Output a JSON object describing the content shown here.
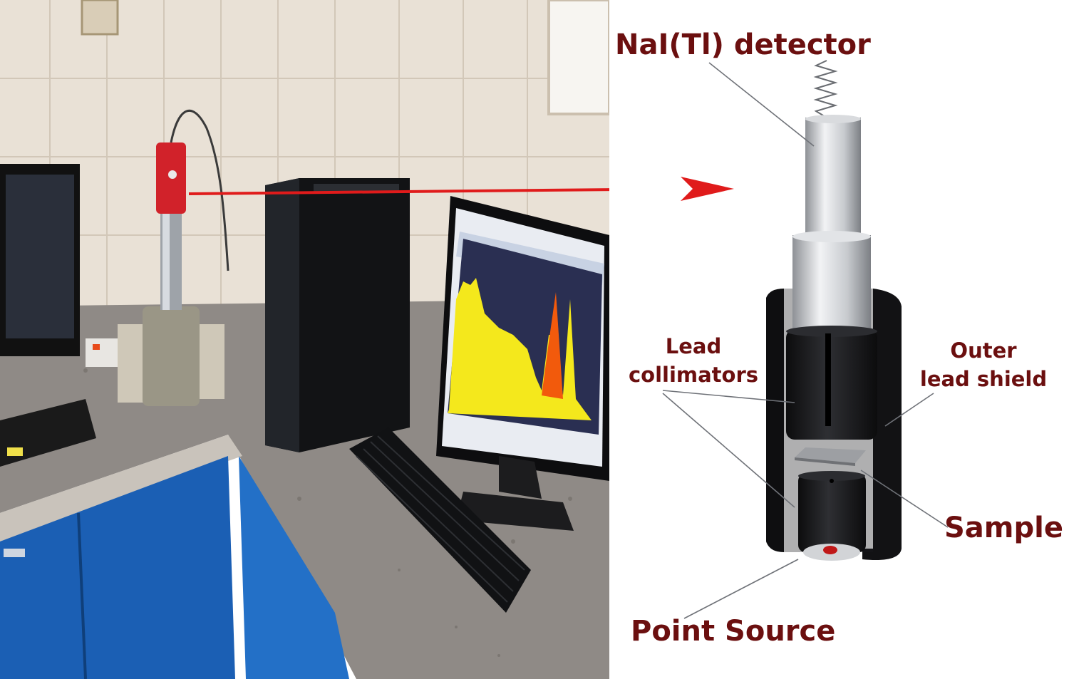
{
  "labels": {
    "detector": "NaI(Tl) detector",
    "collimators": [
      "Lead",
      "collimators"
    ],
    "shield": [
      "Outer",
      "lead shield"
    ],
    "sample": "Sample",
    "source": "Point Source"
  },
  "colors": {
    "label": "#6b0f0f",
    "arrow": "#e01b1b",
    "spectrum_fill": "#f4e81c",
    "spectrum_peak": "#f25a0c",
    "plot_background": "#2a2f52",
    "cabinet": "#1b5fb4"
  }
}
